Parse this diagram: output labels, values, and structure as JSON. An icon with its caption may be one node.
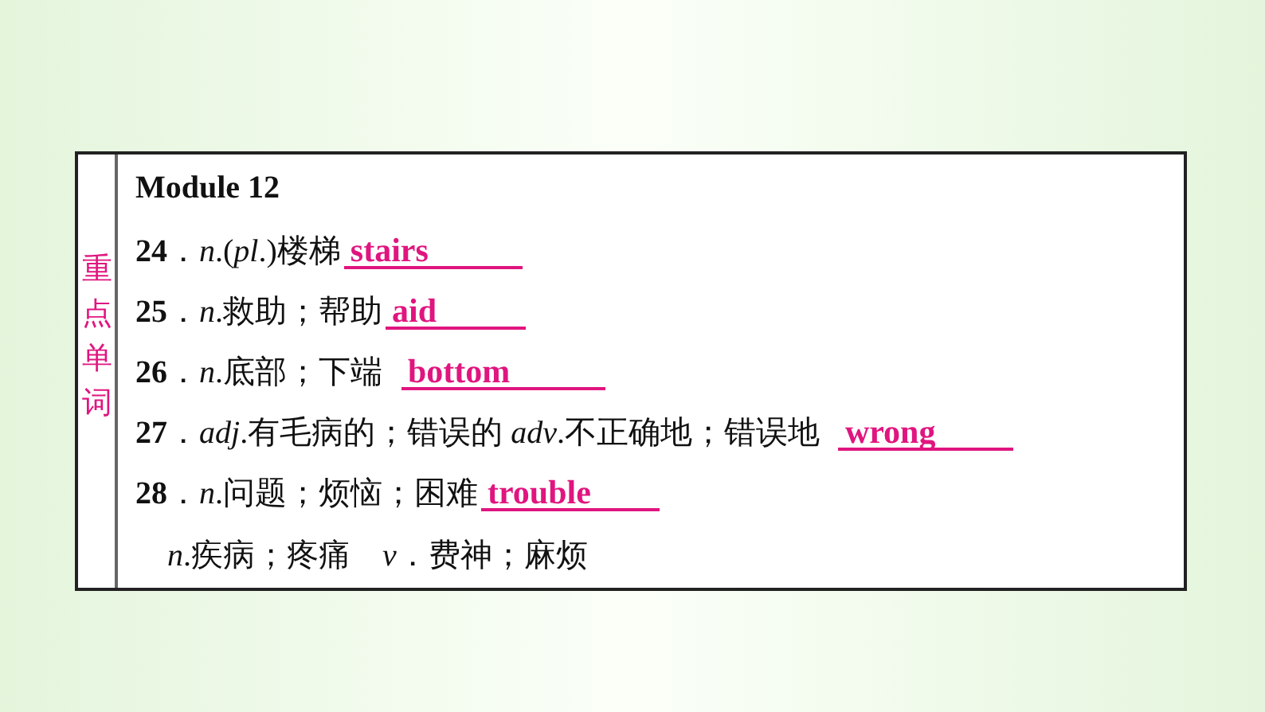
{
  "diagram": {
    "labels": [
      "重点单词",
      "Module 12",
      "**24**．*n*.(*pl*.)楼梯",
      "stairs",
      "**25**．*n*.救助；帮助",
      "aid",
      "**26**．*n*.底部；下端",
      "bottom",
      "**27**．*adj*.有毛病的；错误的 *adv*.不正确地；错误地",
      "wrong",
      "**28**．*n*.问题；烦恼；困难",
      "trouble",
      "*n*.疾病；疼痛　*v*．费神；麻烦"
    ]
  }
}
